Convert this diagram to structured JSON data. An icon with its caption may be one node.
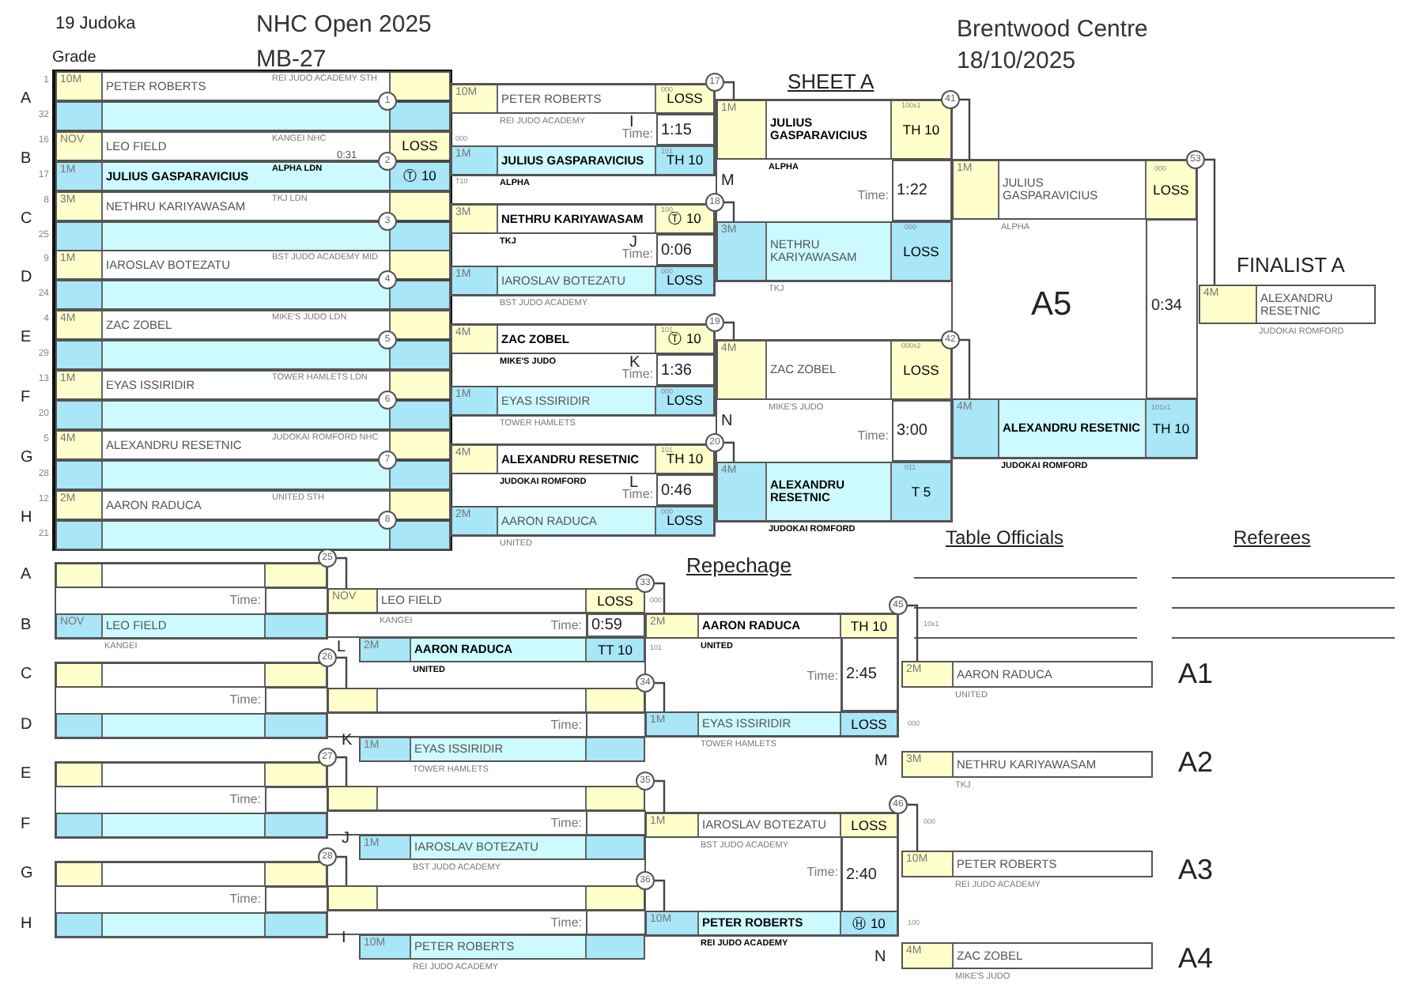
{
  "diagram": {
    "nodes": [
      {
        "text": [
          "10M",
          "PETER ROBERTS",
          "REI JUDO ACADEMY STH"
        ]
      },
      {
        "text": [],
        "shape": "box"
      },
      {
        "text": [
          "1"
        ]
      },
      {
        "text": [
          "NOV",
          "LEO FIELD",
          "KANGEI NHC",
          "LOSS"
        ]
      },
      {
        "text": [
          "1M",
          "JULIUS GASPARAVICIUS",
          "ALPHA LDN",
          "Ⓣ 10"
        ]
      },
      {
        "text": [
          "2"
        ]
      },
      {
        "text": [
          "3M",
          "NETHRU KARIYAWASAM",
          "TKJ LDN"
        ]
      },
      {
        "text": [],
        "shape": "box"
      },
      {
        "text": [
          "3"
        ]
      },
      {
        "text": [
          "1M",
          "IAROSLAV BOTEZATU",
          "BST JUDO ACADEMY MID"
        ]
      },
      {
        "text": [],
        "shape": "box"
      },
      {
        "text": [
          "4"
        ]
      },
      {
        "text": [
          "4M",
          "ZAC ZOBEL",
          "MIKE'S JUDO LDN"
        ]
      },
      {
        "text": [],
        "shape": "box"
      },
      {
        "text": [
          "5"
        ]
      },
      {
        "text": [
          "1M",
          "EYAS ISSIRIDIR",
          "TOWER HAMLETS LDN"
        ]
      },
      {
        "text": [],
        "shape": "box"
      },
      {
        "text": [
          "6"
        ]
      },
      {
        "text": [
          "4M",
          "ALEXANDRU RESETNIC",
          "JUDOKAI ROMFORD NHC"
        ]
      },
      {
        "text": [],
        "shape": "box"
      },
      {
        "text": [
          "7"
        ]
      },
      {
        "text": [
          "2M",
          "AARON RADUCA",
          "UNITED STH"
        ]
      },
      {
        "text": [],
        "shape": "box"
      },
      {
        "text": [
          "8"
        ]
      },
      {
        "text": [
          "17"
        ]
      },
      {
        "text": [
          "10M",
          "PETER ROBERTS",
          "LOSS"
        ],
        "beside": [
          "REI JUDO ACADEMY"
        ]
      },
      {
        "text": [
          "1M",
          "JULIUS GASPARAVICIUS",
          "TH 10"
        ],
        "beside": [
          "ALPHA"
        ]
      },
      {
        "text": [
          "18"
        ]
      },
      {
        "text": [
          "3M",
          "NETHRU KARIYAWASAM",
          "Ⓣ 10"
        ],
        "beside": [
          "TKJ"
        ]
      },
      {
        "text": [
          "1M",
          "IAROSLAV BOTEZATU",
          "LOSS"
        ],
        "beside": [
          "BST JUDO ACADEMY"
        ]
      },
      {
        "text": [
          "19"
        ]
      },
      {
        "text": [
          "4M",
          "ZAC ZOBEL",
          "Ⓣ 10"
        ],
        "beside": [
          "MIKE'S JUDO"
        ]
      },
      {
        "text": [
          "1M",
          "EYAS ISSIRIDIR",
          "LOSS"
        ],
        "beside": [
          "TOWER HAMLETS"
        ]
      },
      {
        "text": [
          "20"
        ]
      },
      {
        "text": [
          "4M",
          "ALEXANDRU RESETNIC",
          "TH 10"
        ],
        "beside": [
          "JUDOKAI ROMFORD"
        ]
      },
      {
        "text": [
          "2M",
          "AARON RADUCA",
          "LOSS"
        ],
        "beside": [
          "UNITED"
        ]
      },
      {
        "text": [
          "41"
        ]
      },
      {
        "text": [
          "1M",
          "JULIUS GASPARAVICIUS",
          "TH 10"
        ],
        "beside": [
          "ALPHA"
        ]
      },
      {
        "text": [
          "3M",
          "NETHRU KARIYAWASAM",
          "LOSS"
        ],
        "beside": [
          "TKJ"
        ]
      },
      {
        "text": [
          "42"
        ]
      },
      {
        "text": [
          "4M",
          "ZAC ZOBEL",
          "LOSS"
        ],
        "beside": [
          "MIKE'S JUDO"
        ]
      },
      {
        "text": [
          "4M",
          "ALEXANDRU RESETNIC",
          "T 5"
        ],
        "beside": [
          "JUDOKAI ROMFORD"
        ]
      },
      {
        "text": [
          "53"
        ]
      },
      {
        "text": [
          "1M",
          "JULIUS GASPARAVICIUS",
          "LOSS"
        ],
        "beside": [
          "ALPHA"
        ]
      },
      {
        "text": [
          "4M",
          "ALEXANDRU RESETNIC",
          "TH 10"
        ],
        "beside": [
          "JUDOKAI ROMFORD"
        ]
      },
      {
        "text": [
          "4M",
          "ALEXANDRU RESETNIC"
        ],
        "beside": [
          "JUDOKAI ROMFORD"
        ]
      },
      {
        "text": [],
        "shape": "box"
      },
      {
        "text": [
          "NOV",
          "LEO FIELD"
        ],
        "beside": [
          "KANGEI"
        ]
      },
      {
        "text": [
          "25"
        ]
      },
      {
        "text": [],
        "shape": "box"
      },
      {
        "text": [],
        "shape": "box"
      },
      {
        "text": [
          "26"
        ]
      },
      {
        "text": [],
        "shape": "box"
      },
      {
        "text": [],
        "shape": "box"
      },
      {
        "text": [
          "27"
        ]
      },
      {
        "text": [],
        "shape": "box"
      },
      {
        "text": [],
        "shape": "box"
      },
      {
        "text": [
          "28"
        ]
      },
      {
        "text": [
          "33"
        ]
      },
      {
        "text": [
          "NOV",
          "LEO FIELD",
          "LOSS"
        ],
        "beside": [
          "KANGEI"
        ]
      },
      {
        "text": [
          "2M",
          "AARON RADUCA",
          "TT 10"
        ],
        "beside": [
          "UNITED"
        ]
      },
      {
        "text": [
          "34"
        ]
      },
      {
        "text": [],
        "shape": "box"
      },
      {
        "text": [
          "1M",
          "EYAS ISSIRIDIR"
        ],
        "beside": [
          "TOWER HAMLETS"
        ]
      },
      {
        "text": [
          "35"
        ]
      },
      {
        "text": [],
        "shape": "box"
      },
      {
        "text": [
          "1M",
          "IAROSLAV BOTEZATU"
        ],
        "beside": [
          "BST JUDO ACADEMY"
        ]
      },
      {
        "text": [
          "36"
        ]
      },
      {
        "text": [],
        "shape": "box"
      },
      {
        "text": [
          "10M",
          "PETER ROBERTS"
        ],
        "beside": [
          "REI JUDO ACADEMY"
        ]
      },
      {
        "text": [
          "45"
        ]
      },
      {
        "text": [
          "2M",
          "AARON RADUCA",
          "TH 10"
        ],
        "beside": [
          "UNITED"
        ]
      },
      {
        "text": [
          "1M",
          "EYAS ISSIRIDIR",
          "LOSS"
        ],
        "beside": [
          "TOWER HAMLETS"
        ]
      },
      {
        "text": [
          "46"
        ]
      },
      {
        "text": [
          "1M",
          "IAROSLAV BOTEZATU",
          "LOSS"
        ],
        "beside": [
          "BST JUDO ACADEMY"
        ]
      },
      {
        "text": [
          "10M",
          "PETER ROBERTS",
          "Ⓗ 10"
        ],
        "beside": [
          "REI JUDO ACADEMY"
        ]
      },
      {
        "text": [
          "2M",
          "AARON RADUCA"
        ],
        "beside": [
          "UNITED"
        ]
      },
      {
        "text": [
          "3M",
          "NETHRU KARIYAWASAM"
        ],
        "beside": [
          "TKJ"
        ]
      },
      {
        "text": [
          "10M",
          "PETER ROBERTS"
        ],
        "beside": [
          "REI JUDO ACADEMY"
        ]
      },
      {
        "text": [
          "4M",
          "ZAC ZOBEL"
        ],
        "beside": [
          "MIKE'S JUDO"
        ]
      }
    ],
    "edges": [
      {
        "from": 2,
        "to": 25,
        "arrow": "none"
      },
      {
        "from": 5,
        "to": 26,
        "arrow": "none"
      },
      {
        "from": 8,
        "to": 28,
        "arrow": "none"
      },
      {
        "from": 11,
        "to": 29,
        "arrow": "none"
      },
      {
        "from": 14,
        "to": 31,
        "arrow": "none"
      },
      {
        "from": 17,
        "to": 32,
        "arrow": "none"
      },
      {
        "from": 20,
        "to": 34,
        "arrow": "none"
      },
      {
        "from": 23,
        "to": 35,
        "arrow": "none"
      },
      {
        "from": 24,
        "to": 37,
        "arrow": "none"
      },
      {
        "from": 27,
        "to": 38,
        "arrow": "none"
      },
      {
        "from": 30,
        "to": 40,
        "arrow": "none"
      },
      {
        "from": 33,
        "to": 41,
        "arrow": "none"
      },
      {
        "from": 36,
        "to": 43,
        "arrow": "none"
      },
      {
        "from": 39,
        "to": 44,
        "arrow": "none"
      },
      {
        "from": 42,
        "to": 45,
        "arrow": "none"
      },
      {
        "from": 48,
        "to": 59,
        "arrow": "none"
      },
      {
        "from": 51,
        "to": 62,
        "arrow": "none"
      },
      {
        "from": 54,
        "to": 65,
        "arrow": "none"
      },
      {
        "from": 57,
        "to": 68,
        "arrow": "none"
      },
      {
        "from": 58,
        "to": 71,
        "arrow": "none"
      },
      {
        "from": 61,
        "to": 72,
        "arrow": "none"
      },
      {
        "from": 64,
        "to": 74,
        "arrow": "none"
      },
      {
        "from": 67,
        "to": 75,
        "arrow": "none"
      },
      {
        "from": 70,
        "to": 76,
        "arrow": "none"
      },
      {
        "from": 73,
        "to": 78,
        "arrow": "none"
      }
    ],
    "labels": [
      "19 Judoka",
      "NHC Open 2025",
      "Brentwood Centre",
      "Grade",
      "MB-27",
      "18/10/2025",
      "SHEET A",
      "1",
      "A",
      "32",
      "16",
      "B",
      "17",
      "8",
      "C",
      "25",
      "9",
      "D",
      "24",
      "4",
      "E",
      "29",
      "13",
      "F",
      "20",
      "5",
      "G",
      "28",
      "12",
      "H",
      "21",
      "0:31",
      "000",
      "T10",
      "000",
      "I",
      "Time:",
      "1:15",
      "101",
      "100",
      "J",
      "Time:",
      "0:06",
      "000",
      "101",
      "K",
      "Time:",
      "1:36",
      "000",
      "101",
      "L",
      "Time:",
      "0:46",
      "000",
      "100x1",
      "M",
      "Time:",
      "1:22",
      "000",
      "000x2",
      "N",
      "Time:",
      "3:00",
      "011",
      "000",
      "A5",
      "0:34",
      "101x1",
      "FINALIST A",
      "Repechage",
      "A",
      "Time:",
      "B",
      "C",
      "Time:",
      "D",
      "E",
      "Time:",
      "F",
      "G",
      "Time:",
      "H",
      "000",
      "Time:",
      "0:59",
      "L",
      "101",
      "Time:",
      "K",
      "Time:",
      "J",
      "Time:",
      "I",
      "10x1",
      "Time:",
      "2:45",
      "000",
      "000",
      "Time:",
      "2:40",
      "100",
      "Table Officials",
      "Referees",
      "A1",
      "M",
      "A2",
      "A3",
      "N",
      "A4"
    ]
  }
}
